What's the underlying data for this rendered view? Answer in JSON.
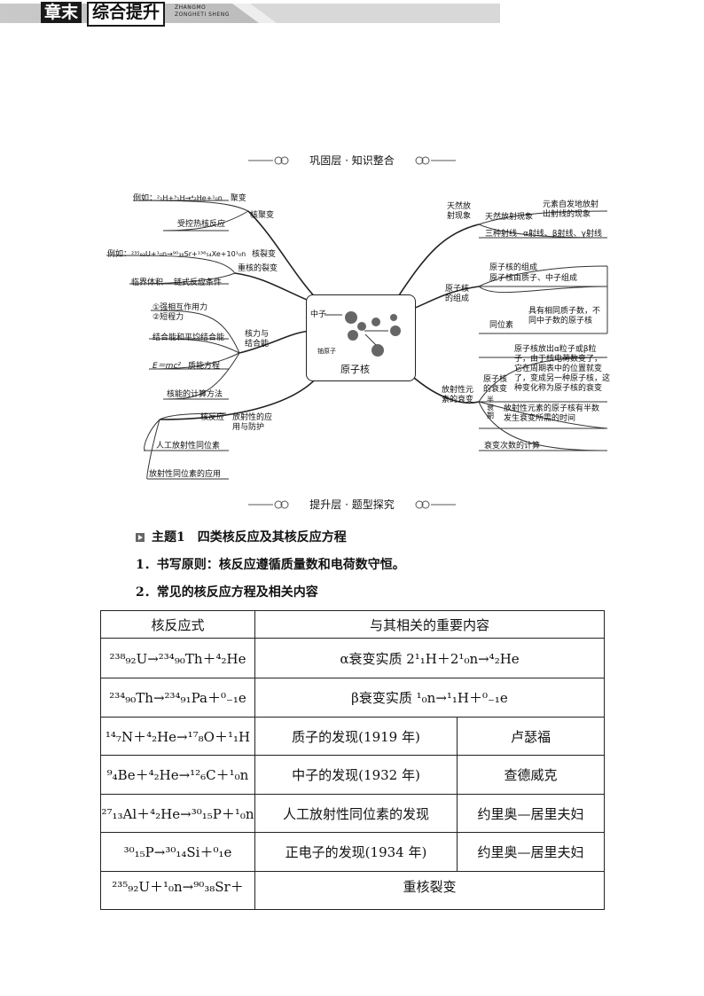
{
  "header": {
    "tag1": "章末",
    "tag2": "综合提升",
    "pinyin1": "ZHANGMO",
    "pinyin2": "ZONGHETI SHENG"
  },
  "divider1": "巩固层 · 知识整合",
  "divider2": "提升层 · 题型探究",
  "mindmap": {
    "center": "原子核",
    "center_neutron": "中子",
    "center_nucleus": "铀原子",
    "left": {
      "fusion": "核聚变",
      "fusion_example": "例如：",
      "fusion_example_tail": "聚变",
      "controlled_fusion": "受控热核反应",
      "fission": "重核的裂变",
      "fission_example": "例如：",
      "fission_example_tail": "核裂变",
      "critical_volume": "临界体积",
      "chain_condition": "链式反应条件",
      "nuclear_force": "核力与\n结合能",
      "strong_force": "①强相互作用力",
      "short_force": "②短程力",
      "binding_energy": "结合能和平均结合能",
      "emc2": "E＝mc²",
      "mass_energy": "质能方程",
      "calc_method": "核能的计算方法",
      "applications": "放射性的应\n用与防护",
      "nuclear_reaction": "核反应",
      "artificial_isotope": "人工放射性同位素",
      "isotope_use": "放射性同位素的应用"
    },
    "right": {
      "natural_radioactivity": "天然放\n射现象",
      "natural_phenomenon": "天然放射现象",
      "spontaneous": "元素自发地放射\n出射线的现象",
      "three_rays": "三种射线",
      "rays": "α射线、β射线、γ射线",
      "composition": "原子核\n的组成",
      "composition_label": "原子核的组成",
      "composition_desc": "原子核由质子、中子组成",
      "isotope": "同位素",
      "isotope_desc": "具有相同质子数，不\n同中子数的原子核",
      "decay_branch": "放射性元\n素的衰变",
      "decay_label": "原子核\n的衰变",
      "decay_desc": "原子核放出α粒子或β粒\n子，由于核电荷数变了，\n它在周期表中的位置就变\n了，变成另一种原子核，这\n种变化称为原子核的衰变",
      "half_life": "半\n衰\n期",
      "half_life_desc": "放射性元素的原子核有半数\n发生衰变所需的时间",
      "decay_count": "衰变次数的计算"
    }
  },
  "section": {
    "theme": "主题1　四类核反应及其核反应方程",
    "p1": "1．书写原则：核反应遵循质量数和电荷数守恒。",
    "p2": "2．常见的核反应方程及相关内容"
  },
  "table": {
    "head1": "核反应式",
    "head2": "与其相关的重要内容",
    "r1_desc": "α衰变实质",
    "r2_desc": "β衰变实质",
    "r3_event": "质子的发现(1919 年)",
    "r3_person": "卢瑟福",
    "r4_event": "中子的发现(1932 年)",
    "r4_person": "查德威克",
    "r5_event": "人工放射性同位素的发现",
    "r5_person": "约里奥—居里夫妇",
    "r6_event": "正电子的发现(1934 年)",
    "r6_person": "约里奥—居里夫妇",
    "r7_desc": "重核裂变"
  }
}
